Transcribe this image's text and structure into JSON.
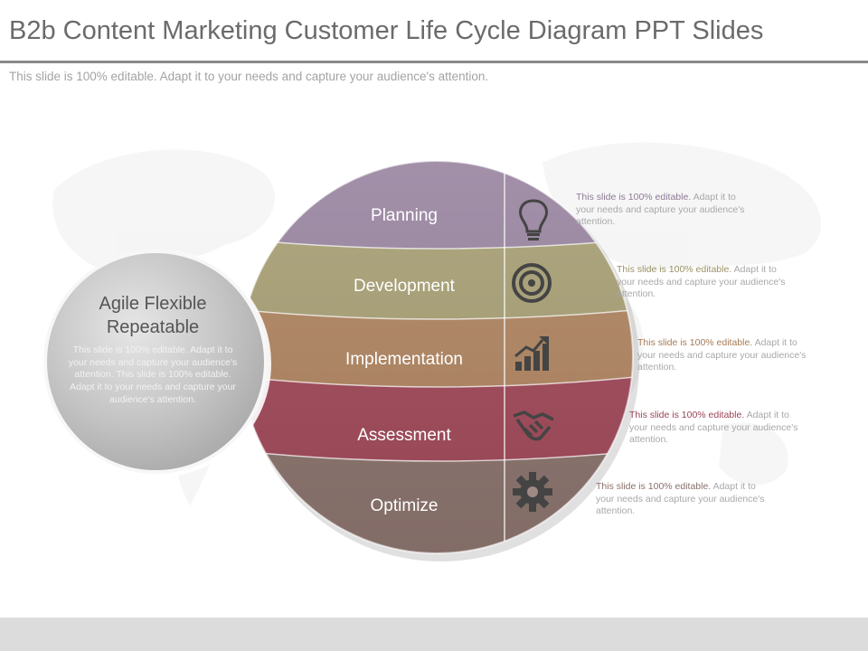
{
  "header": {
    "title": "B2b Content Marketing Customer Life Cycle Diagram PPT Slides",
    "subtitle": "This slide is 100% editable. Adapt it to your needs and capture your audience's attention."
  },
  "side_circle": {
    "title_line1": "Agile Flexible",
    "title_line2": "Repeatable",
    "body": "This slide is 100% editable. Adapt it to your needs and capture your audience's attention. This slide is 100% editable. Adapt it to your needs and capture your audience's attention."
  },
  "stages": [
    {
      "label": "Planning",
      "icon": "lightbulb-icon",
      "color": "#9c87a3",
      "note_lead": "This slide is 100% editable.",
      "note_rest": " Adapt it to your needs and capture your audience's attention.",
      "note_color": "#8e7a96"
    },
    {
      "label": "Development",
      "icon": "target-icon",
      "color": "#aaa277",
      "note_lead": "This slide is 100% editable.",
      "note_rest": " Adapt it to your needs and capture your audience's attention.",
      "note_color": "#9a9264"
    },
    {
      "label": "Implementation",
      "icon": "growth-chart-icon",
      "color": "#b28763",
      "note_lead": "This slide is 100% editable.",
      "note_rest": " Adapt it to your needs and capture your audience's attention.",
      "note_color": "#a57a55"
    },
    {
      "label": "Assessment",
      "icon": "handshake-icon",
      "color": "#a24a5a",
      "note_lead": "This slide is 100% editable.",
      "note_rest": " Adapt it to your needs and capture your audience's attention.",
      "note_color": "#9a4456"
    },
    {
      "label": "Optimize",
      "icon": "gear-icon",
      "color": "#8c746e",
      "note_lead": "This slide is 100% editable.",
      "note_rest": " Adapt it to your needs and capture your audience's attention.",
      "note_color": "#8a716b"
    }
  ]
}
